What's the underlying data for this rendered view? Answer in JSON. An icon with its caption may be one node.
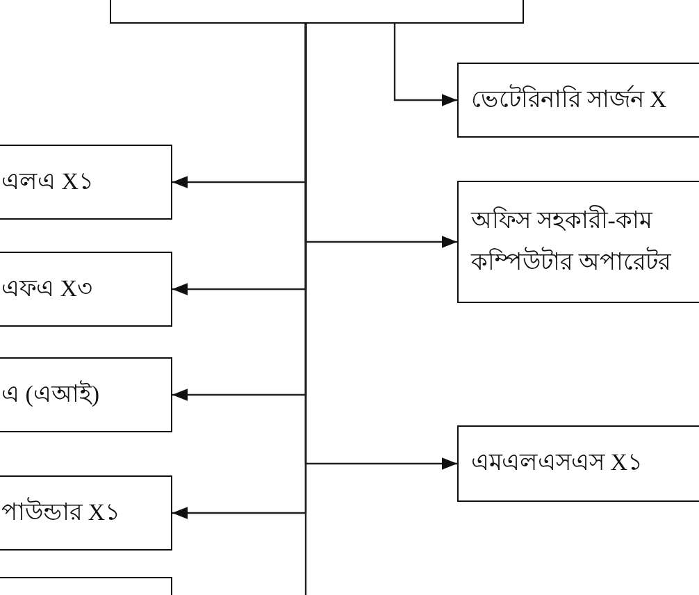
{
  "diagram": {
    "nodes": [
      {
        "text": [],
        "shape": "box"
      },
      {
        "text": [
          "ভেটেরিনারি সার্জন X"
        ]
      },
      {
        "text": [
          "এলএ X১"
        ]
      },
      {
        "text": [
          "অফিস সহকারী-কাম কম্পিউটার অপারেটর"
        ]
      },
      {
        "text": [
          "এফএ X৩"
        ]
      },
      {
        "text": [
          "এ (এআই)"
        ]
      },
      {
        "text": [
          "এমএলএসএস X১"
        ]
      },
      {
        "text": [
          "পাউন্ডার X১"
        ]
      },
      {
        "text": [],
        "shape": "box"
      }
    ],
    "edges": [
      {
        "from": 0,
        "to": 1,
        "arrow": "to"
      },
      {
        "from": 0,
        "to": 2,
        "arrow": "to"
      },
      {
        "from": 0,
        "to": 3,
        "arrow": "to"
      },
      {
        "from": 0,
        "to": 4,
        "arrow": "to"
      },
      {
        "from": 0,
        "to": 5,
        "arrow": "to"
      },
      {
        "from": 0,
        "to": 6,
        "arrow": "to"
      },
      {
        "from": 0,
        "to": 7,
        "arrow": "to"
      },
      {
        "from": 0,
        "to": null,
        "arrow": "none"
      }
    ]
  }
}
